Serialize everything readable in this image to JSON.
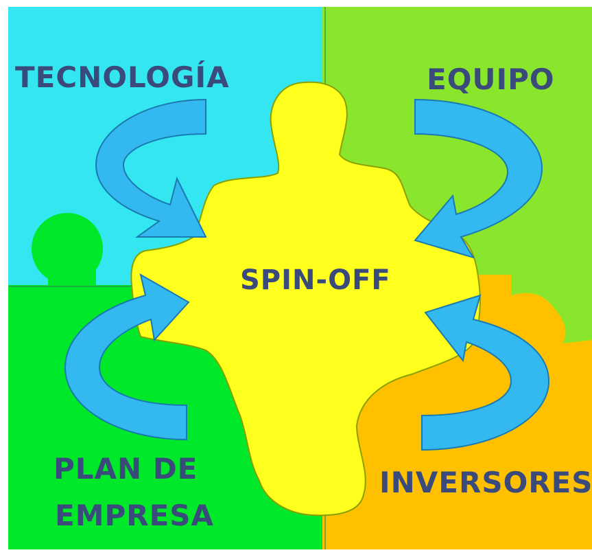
{
  "diagram": {
    "center": "SPIN-OFF",
    "quadrants": {
      "top_left": "TECNOLOGÍA",
      "top_right": "EQUIPO",
      "bottom_left_line1": "PLAN DE",
      "bottom_left_line2": "EMPRESA",
      "bottom_right": "INVERSORES"
    },
    "colors": {
      "top_left": "#33e6f0",
      "top_right": "#8ae62c",
      "bottom_left": "#00e82a",
      "bottom_right": "#ffc000",
      "center": "#ffff1e",
      "arrows": "#33b8f0",
      "text": "#3a4a7a"
    }
  }
}
